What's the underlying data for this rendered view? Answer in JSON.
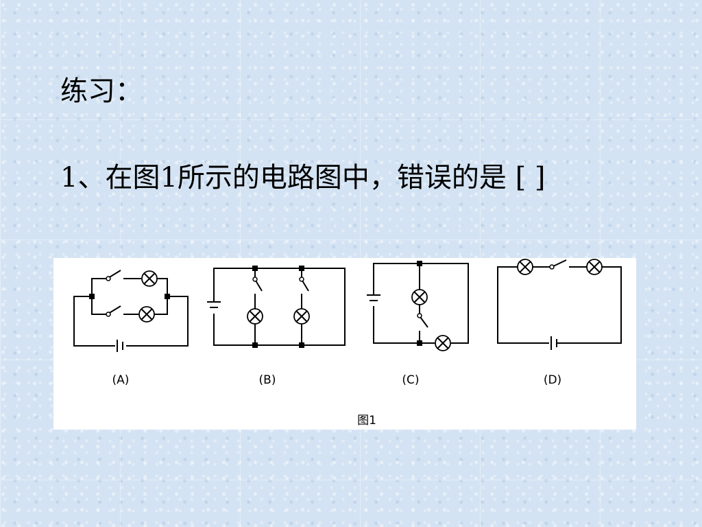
{
  "slide": {
    "heading": "练习：",
    "question": "1、在图1所示的电路图中，错误的是 [   ]"
  },
  "figure": {
    "caption": "图1",
    "options": [
      "(A)",
      "(B)",
      "(C)",
      "(D)"
    ]
  }
}
